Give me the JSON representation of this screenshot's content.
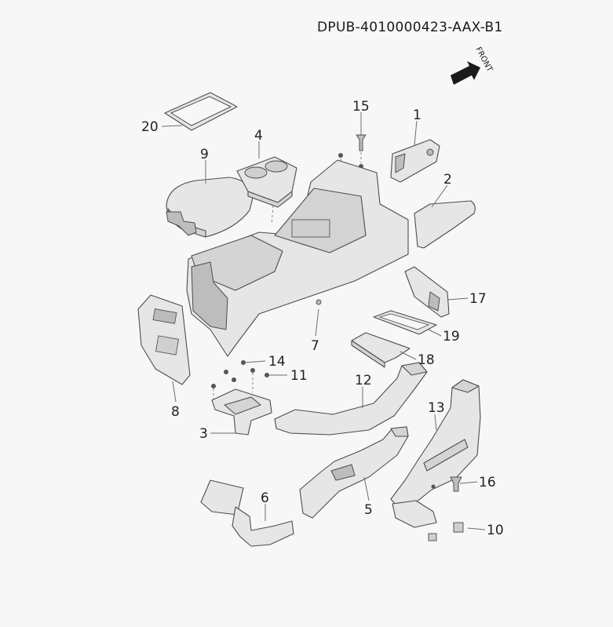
{
  "diagram": {
    "code": "DPUB-4010000423-AAX-B1",
    "front_label": "FRONT",
    "parts": [
      {
        "id": "p1",
        "num": "1"
      },
      {
        "id": "p2",
        "num": "2"
      },
      {
        "id": "p3",
        "num": "3"
      },
      {
        "id": "p4",
        "num": "4"
      },
      {
        "id": "p5",
        "num": "5"
      },
      {
        "id": "p6",
        "num": "6"
      },
      {
        "id": "p7",
        "num": "7"
      },
      {
        "id": "p8",
        "num": "8"
      },
      {
        "id": "p9",
        "num": "9"
      },
      {
        "id": "p10",
        "num": "10"
      },
      {
        "id": "p11",
        "num": "11"
      },
      {
        "id": "p12",
        "num": "12"
      },
      {
        "id": "p13",
        "num": "13"
      },
      {
        "id": "p14",
        "num": "14"
      },
      {
        "id": "p15",
        "num": "15"
      },
      {
        "id": "p16",
        "num": "16"
      },
      {
        "id": "p17",
        "num": "17"
      },
      {
        "id": "p18",
        "num": "18"
      },
      {
        "id": "p19",
        "num": "19"
      },
      {
        "id": "p20",
        "num": "20"
      }
    ]
  }
}
